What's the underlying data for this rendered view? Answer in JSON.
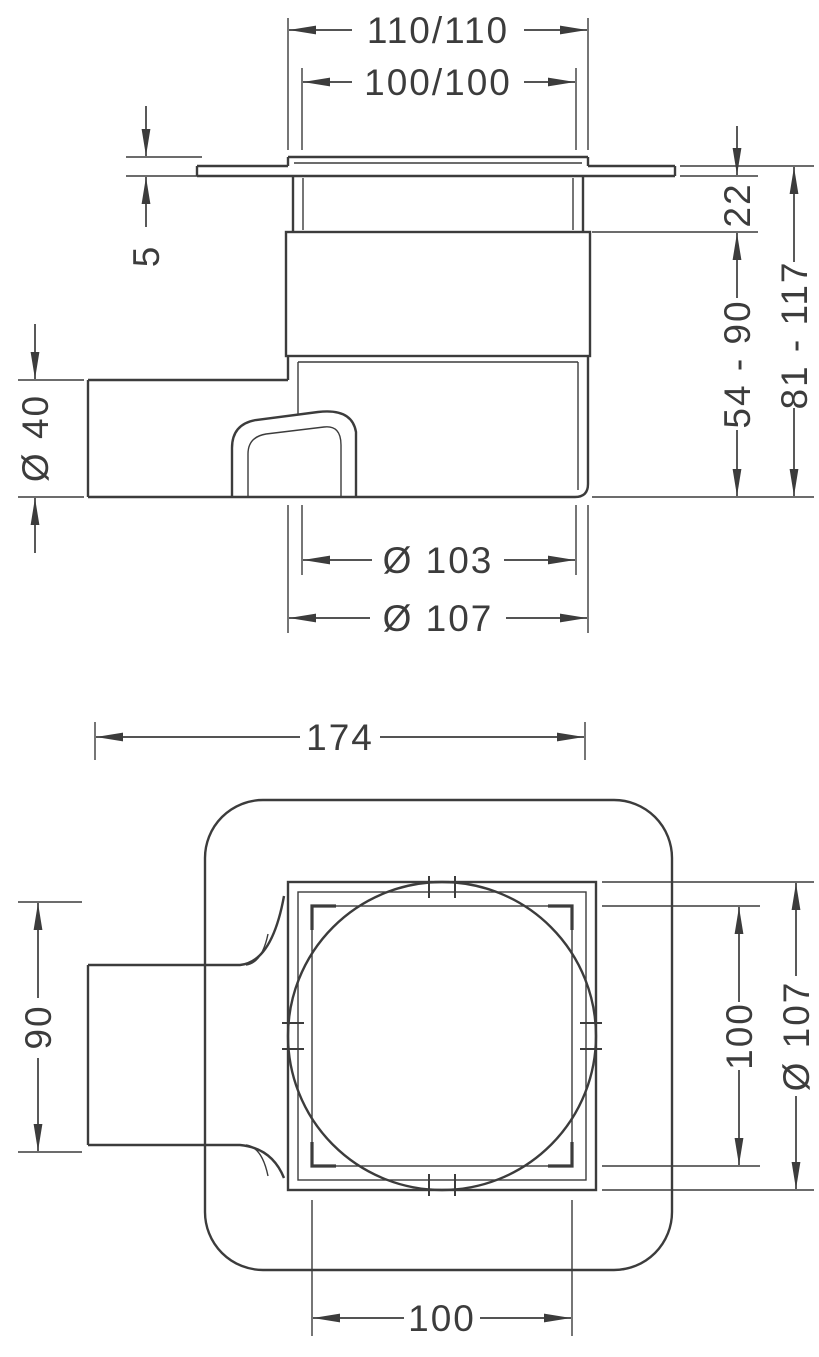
{
  "page": {
    "background": "#ffffff",
    "line_color": "#3c3c3c"
  },
  "side_view": {
    "name": "side-elevation-drawing",
    "dims": {
      "outer_width": "110/110",
      "inner_width": "100/100",
      "flange_thickness": "5",
      "upper_section_height": "22",
      "adjust_height_range": "54 - 90",
      "total_height_range": "81 - 117",
      "outlet_diameter": "Ø 40",
      "body_inner_diameter": "Ø 103",
      "body_outer_diameter": "Ø 107"
    }
  },
  "plan_view": {
    "name": "plan-view-drawing",
    "dims": {
      "overall_width": "174",
      "outlet_length": "90",
      "grate_opening_height": "100",
      "body_diameter": "Ø 107",
      "grate_opening_width": "100"
    }
  }
}
